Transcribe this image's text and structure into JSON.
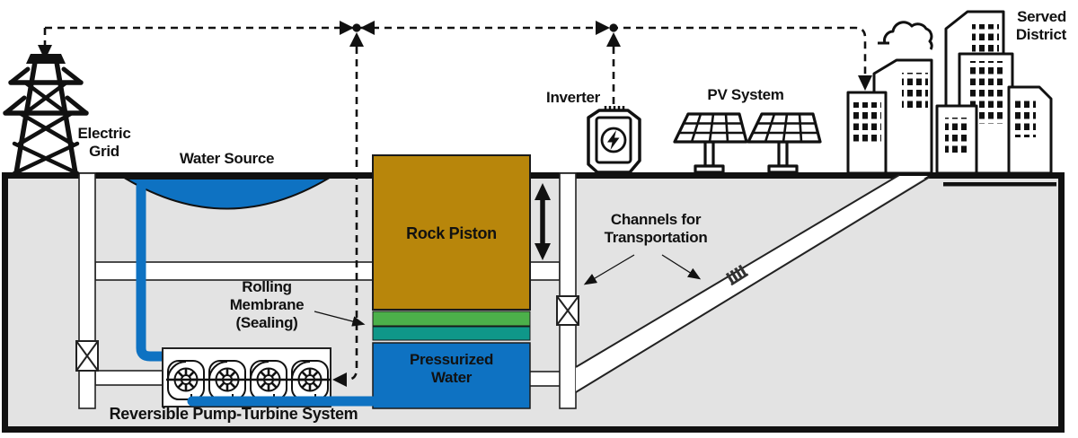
{
  "title": "Underground pumped hydro energy storage system diagram",
  "labels": {
    "electric_grid": [
      "Electric",
      "Grid"
    ],
    "water_source": "Water Source",
    "rock_piston": "Rock Piston",
    "rolling_membrane": [
      "Rolling",
      "Membrane",
      "(Sealing)"
    ],
    "pressurized_water": [
      "Pressurized",
      "Water"
    ],
    "pump_turbine": "Reversible Pump-Turbine System",
    "inverter": "Inverter",
    "pv_system": "PV System",
    "served_district": [
      "Served",
      "District"
    ],
    "channels": [
      "Channels for",
      "Transportation"
    ]
  },
  "colors": {
    "rock_piston": "#B8860B",
    "membrane_outer": "#4CB04A",
    "membrane_inner": "#0F9789",
    "water": "#0E72C2",
    "ground": "#E3E3E3",
    "line": "#111111"
  },
  "icons": {
    "transmission_tower": "transmission-tower-icon",
    "inverter": "inverter-icon",
    "pv_panels": "pv-panel-icon",
    "city": "city-buildings-icon",
    "cloud": "cloud-icon",
    "pump_turbine": "pump-turbine-icon",
    "valve": "valve-icon",
    "piston_motion": "up-down-arrow-icon"
  }
}
